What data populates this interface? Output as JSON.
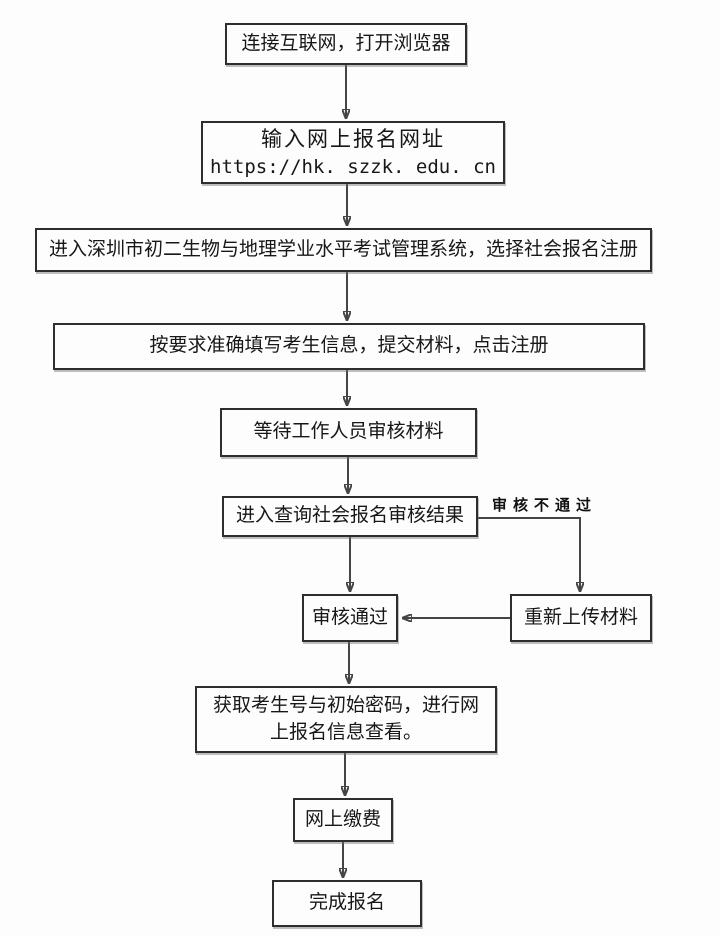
{
  "flowchart": {
    "type": "flowchart",
    "colors": {
      "background": "#fdfdfd",
      "line": "#454545",
      "box_border": "#2e2e2e",
      "text": "#171717"
    },
    "nodes": {
      "n1": {
        "label": "连接互联网，打开浏览器"
      },
      "n2": {
        "label": "输入网上报名网址",
        "url": "https://hk. szzk. edu. cn"
      },
      "n3": {
        "label": "进入深圳市初二生物与地理学业水平考试管理系统，选择社会报名注册"
      },
      "n4": {
        "label": "按要求准确填写考生信息，提交材料，点击注册"
      },
      "n5": {
        "label": "等待工作人员审核材料"
      },
      "n6": {
        "label": "进入查询社会报名审核结果"
      },
      "n7": {
        "label": "审核通过"
      },
      "n8": {
        "label": "重新上传材料"
      },
      "n9": {
        "label": "获取考生号与初始密码，进行网上报名信息查看。"
      },
      "n10": {
        "label": "网上缴费"
      },
      "n11": {
        "label": "完成报名"
      }
    },
    "edge_labels": {
      "audit_rejected": "审核不通过"
    }
  }
}
